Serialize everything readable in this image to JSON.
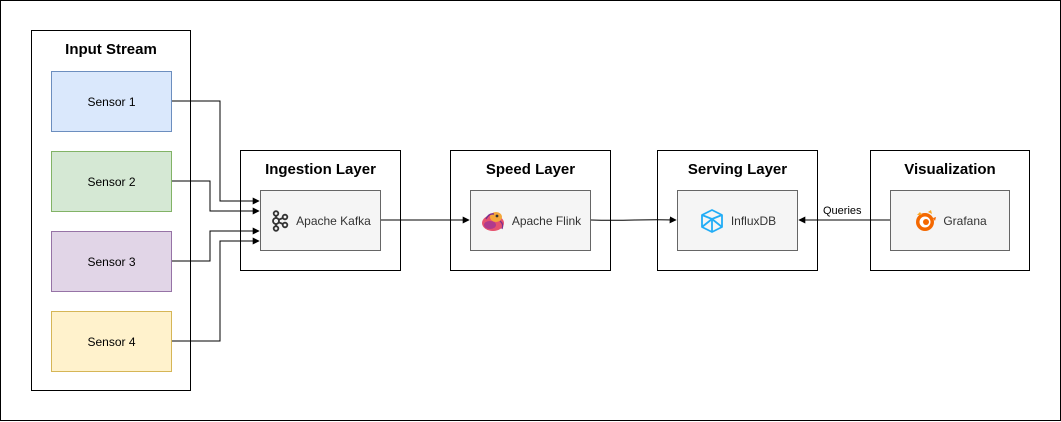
{
  "input_stream": {
    "title": "Input Stream",
    "sensors": [
      {
        "label": "Sensor 1",
        "fill": "#dae8fc",
        "stroke": "#6c8ebf"
      },
      {
        "label": "Sensor 2",
        "fill": "#d5e8d4",
        "stroke": "#82b366"
      },
      {
        "label": "Sensor 3",
        "fill": "#e1d5e7",
        "stroke": "#9673a6"
      },
      {
        "label": "Sensor 4",
        "fill": "#fff2cc",
        "stroke": "#d6b656"
      }
    ]
  },
  "ingestion": {
    "title": "Ingestion Layer",
    "node": "Apache Kafka",
    "icon": "kafka-icon"
  },
  "speed": {
    "title": "Speed Layer",
    "node": "Apache Flink",
    "icon": "flink-icon"
  },
  "serving": {
    "title": "Serving Layer",
    "node": "InfluxDB",
    "icon": "influxdb-icon"
  },
  "visualization": {
    "title": "Visualization",
    "node": "Grafana",
    "icon": "grafana-icon"
  },
  "edges": {
    "queries_label": "Queries"
  }
}
